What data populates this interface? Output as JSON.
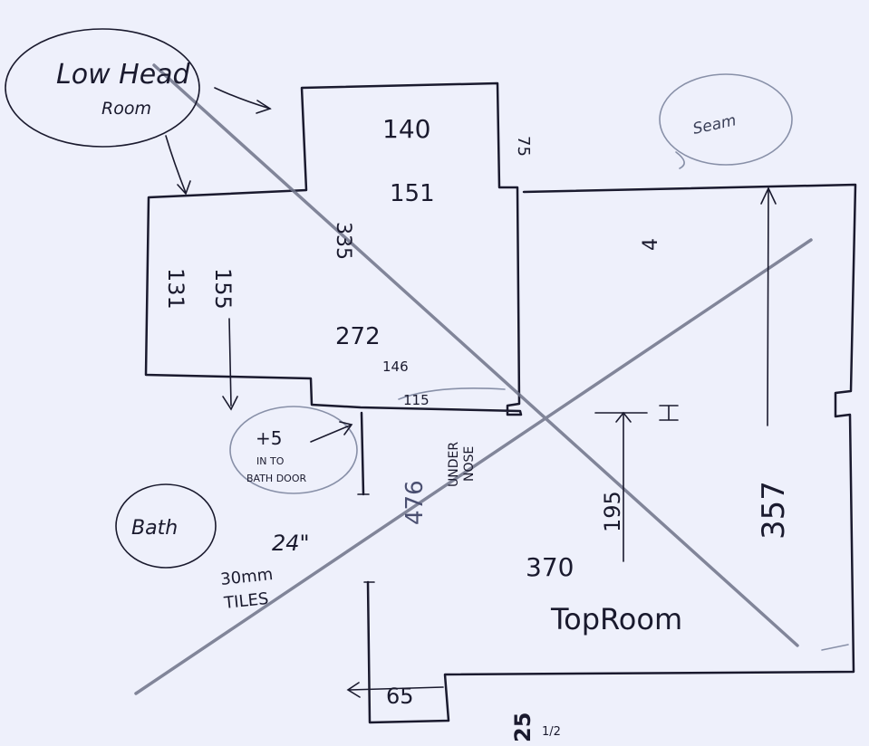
{
  "sketch": {
    "ink_color": "#1a1a2e",
    "pencil_color": "#6e7388",
    "paper_color": "#eef0fb",
    "labels": {
      "low_head_line1": "Low Head",
      "low_head_line2": "Room",
      "seam": "Seam",
      "bath": "Bath",
      "top_room": "TopRoom",
      "dim_140": "140",
      "dim_151": "151",
      "dim_75": "75",
      "dim_335": "335",
      "dim_131": "131",
      "dim_155": "155",
      "dim_272": "272",
      "dim_146": "146",
      "dim_115": "115",
      "plus5": "+5",
      "into_line1": "IN TO",
      "into_line2": "BATH DOOR",
      "dim_24": "24\"",
      "tiles_line1": "30mm",
      "tiles_line2": "TILES",
      "dim_476": "476",
      "under_line1": "UNDER",
      "under_line2": "NOSE",
      "dim_370": "370",
      "dim_195": "195",
      "dim_357": "357",
      "dim_65": "65",
      "dim_25": "25",
      "frac_1_2": "1/2",
      "dim_4": "4"
    }
  }
}
